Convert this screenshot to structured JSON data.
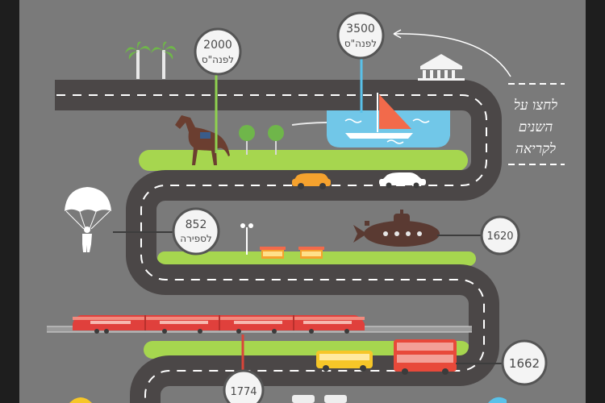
{
  "hint": {
    "lines": [
      "לחצו על",
      "השנים",
      "לקריאה"
    ]
  },
  "markers": [
    {
      "id": "m-2000bc",
      "year": "2000",
      "era": "לפנה\"ס"
    },
    {
      "id": "m-3500bc",
      "year": "3500",
      "era": "לפנה\"ס"
    },
    {
      "id": "m-852",
      "year": "852",
      "era": "לספירה"
    },
    {
      "id": "m-1620",
      "year": "1620",
      "era": ""
    },
    {
      "id": "m-1662",
      "year": "1662",
      "era": ""
    },
    {
      "id": "m-1774",
      "year": "1774",
      "era": ""
    }
  ],
  "colors": {
    "background": "#7a7a7a",
    "road": "#4b4747",
    "road_dash": "#ffffff",
    "grass": "#a6d64f",
    "water": "#71c7e8",
    "sail": "#f26a4b",
    "train": "#e0403c",
    "bus_yellow": "#f6c628",
    "bus_red": "#e8493a",
    "marker_line_green": "#8fd14f",
    "marker_line_blue": "#59c1e9",
    "marker_line_red": "#d9453a"
  }
}
